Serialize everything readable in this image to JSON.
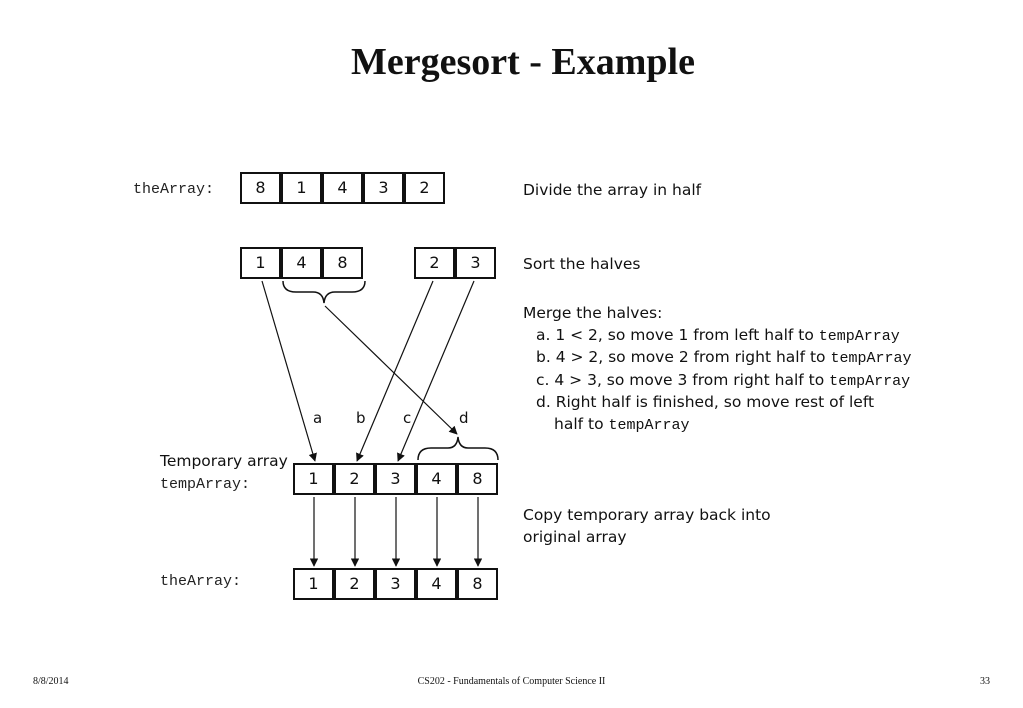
{
  "title": "Mergesort - Example",
  "labels": {
    "the_array_top": "theArray:",
    "temporary_array": "Temporary array",
    "temp_array": "tempArray:",
    "the_array_bottom": "theArray:"
  },
  "arrays": {
    "initial": [
      "8",
      "1",
      "4",
      "3",
      "2"
    ],
    "left_half": [
      "1",
      "4",
      "8"
    ],
    "right_half": [
      "2",
      "3"
    ],
    "temp": [
      "1",
      "2",
      "3",
      "4",
      "8"
    ],
    "final": [
      "1",
      "2",
      "3",
      "4",
      "8"
    ]
  },
  "arrow_labels": [
    "a",
    "b",
    "c",
    "d"
  ],
  "descriptions": {
    "divide": "Divide the array in half",
    "sort": "Sort the halves",
    "merge_heading": "Merge the halves:",
    "step_a_text": "a. 1 < 2, so move 1 from left half to ",
    "step_b_text": "b. 4 > 2, so move 2 from right half to ",
    "step_c_text": "c. 4 > 3, so move 3 from right half to ",
    "step_d_text": "d. Right half is finished, so move rest of left",
    "step_d_cont": "half to ",
    "temp_array_code": "tempArray",
    "copy_line1": "Copy temporary array back into",
    "copy_line2": "original array"
  },
  "footer": {
    "date": "8/8/2014",
    "course": "CS202 - Fundamentals of Computer Science II",
    "page": "33"
  }
}
